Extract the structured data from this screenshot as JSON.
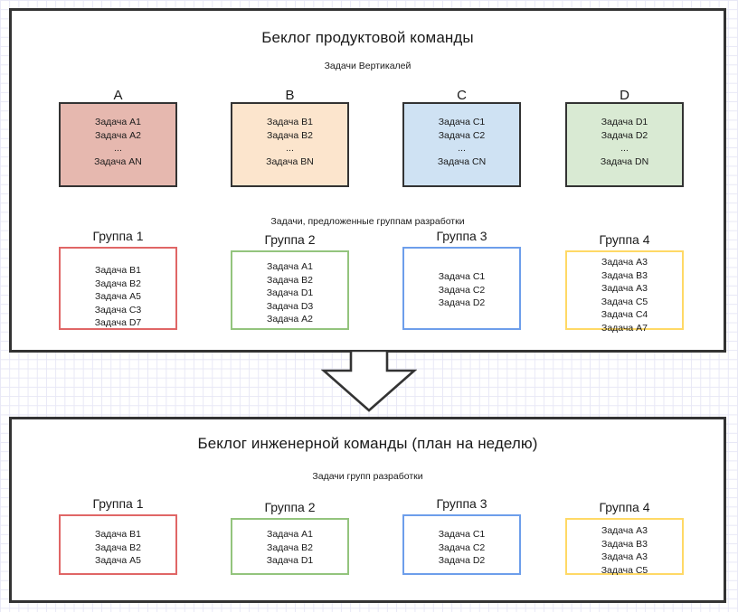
{
  "diagram": {
    "top_panel": {
      "title": "Беклог продуктовой команды",
      "subtitle_verticals": "Задачи Вертикалей",
      "subtitle_groups": "Задачи, предложенные группам разработки",
      "verticals": [
        {
          "label": "A",
          "fill": "#e6b8af",
          "border": "#333333",
          "tasks": [
            "Задача A1",
            "Задача A2",
            "...",
            "Задача AN"
          ]
        },
        {
          "label": "B",
          "fill": "#fce5cd",
          "border": "#333333",
          "tasks": [
            "Задача B1",
            "Задача B2",
            "...",
            "Задача BN"
          ]
        },
        {
          "label": "C",
          "fill": "#cfe2f3",
          "border": "#333333",
          "tasks": [
            "Задача C1",
            "Задача C2",
            "...",
            "Задача CN"
          ]
        },
        {
          "label": "D",
          "fill": "#d9ead3",
          "border": "#333333",
          "tasks": [
            "Задача D1",
            "Задача D2",
            "...",
            "Задача DN"
          ]
        }
      ],
      "groups": [
        {
          "label": "Группа 1",
          "border": "#e06666",
          "tasks": [
            "Задача B1",
            "Задача B2",
            "Задача A5",
            "Задача C3",
            "Задача D7"
          ]
        },
        {
          "label": "Группа 2",
          "border": "#93c47d",
          "tasks": [
            "Задача A1",
            "Задача B2",
            "Задача D1",
            "Задача D3",
            "Задача A2"
          ]
        },
        {
          "label": "Группа 3",
          "border": "#6d9eeb",
          "tasks": [
            "Задача C1",
            "Задача C2",
            "Задача D2"
          ]
        },
        {
          "label": "Группа 4",
          "border": "#ffd966",
          "tasks": [
            "Задача A3",
            "Задача B3",
            "Задача A3",
            "Задача C5",
            "Задача C4",
            "Задача A7"
          ]
        }
      ]
    },
    "arrow": {
      "direction": "down",
      "stroke": "#333333",
      "fill": "#ffffff"
    },
    "bottom_panel": {
      "title": "Беклог инженерной команды (план на неделю)",
      "subtitle_groups": "Задачи групп разработки",
      "groups": [
        {
          "label": "Группа 1",
          "border": "#e06666",
          "tasks": [
            "Задача B1",
            "Задача B2",
            "Задача A5"
          ]
        },
        {
          "label": "Группа 2",
          "border": "#93c47d",
          "tasks": [
            "Задача A1",
            "Задача B2",
            "Задача D1"
          ]
        },
        {
          "label": "Группа 3",
          "border": "#6d9eeb",
          "tasks": [
            "Задача C1",
            "Задача C2",
            "Задача D2"
          ]
        },
        {
          "label": "Группа 4",
          "border": "#ffd966",
          "tasks": [
            "Задача A3",
            "Задача B3",
            "Задача A3",
            "Задача C5"
          ]
        }
      ]
    }
  }
}
